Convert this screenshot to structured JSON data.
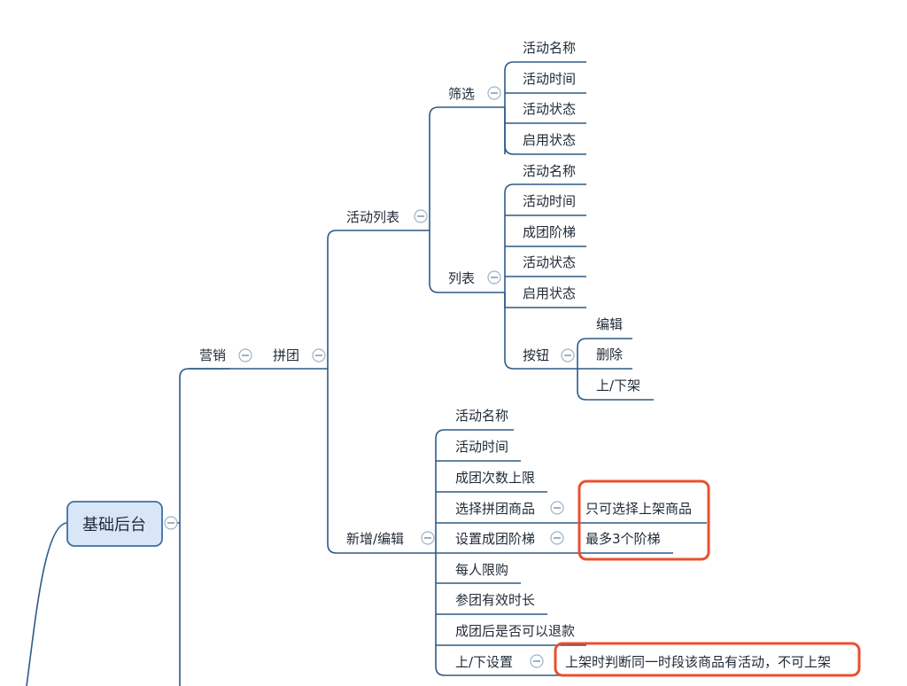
{
  "root": {
    "label": "基础后台"
  },
  "marketing": {
    "label": "营销"
  },
  "groupbuy": {
    "label": "拼团"
  },
  "activity_list": {
    "label": "活动列表",
    "filter": {
      "label": "筛选",
      "items": [
        "活动名称",
        "活动时间",
        "活动状态",
        "启用状态"
      ]
    },
    "list": {
      "label": "列表",
      "items": [
        "活动名称",
        "活动时间",
        "成团阶梯",
        "活动状态",
        "启用状态"
      ],
      "buttons": {
        "label": "按钮",
        "items": [
          "编辑",
          "删除",
          "上/下架"
        ]
      }
    }
  },
  "add_edit": {
    "label": "新增/编辑",
    "items": [
      "活动名称",
      "活动时间",
      "成团次数上限",
      "选择拼团商品",
      "设置成团阶梯",
      "每人限购",
      "参团有效时长",
      "成团后是否可以退款",
      "上/下设置"
    ],
    "notes": {
      "select_goods": "只可选择上架商品",
      "tier": "最多3个阶梯",
      "onoff": "上架时判断同一时段该商品有活动，不可上架"
    }
  },
  "colors": {
    "line": "#2e5a86",
    "root_fill": "#d8e6f8",
    "highlight": "#e8502f"
  }
}
